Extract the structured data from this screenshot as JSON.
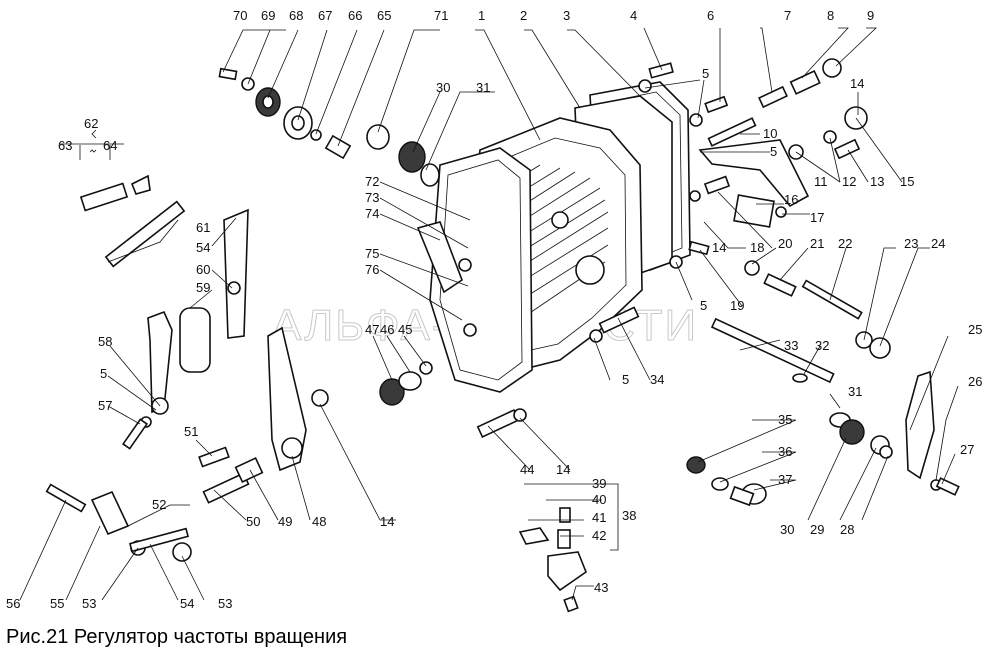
{
  "caption": "Рис.21 Регулятор частоты вращения",
  "watermark": "АЛЬФА-ЗАПЧАСТИ",
  "callouts": {
    "c70": "70",
    "c69": "69",
    "c68": "68",
    "c67": "67",
    "c66": "66",
    "c65": "65",
    "c71": "71",
    "c1": "1",
    "c2": "2",
    "c3": "3",
    "c4": "4",
    "c6": "6",
    "c7": "7",
    "c8": "8",
    "c9": "9",
    "c5a": "5",
    "c30a": "30",
    "c31a": "31",
    "c10": "10",
    "c14a": "14",
    "c5b": "5",
    "c62": "62",
    "c63": "63",
    "c64": "64",
    "c11": "11",
    "c12": "12",
    "c13": "13",
    "c15": "15",
    "c72": "72",
    "c73": "73",
    "c74": "74",
    "c16": "16",
    "c17": "17",
    "c61": "61",
    "c54a": "54",
    "c14b": "14",
    "c18": "18",
    "c20": "20",
    "c21": "21",
    "c22": "22",
    "c23": "23",
    "c24": "24",
    "c75": "75",
    "c76": "76",
    "c60": "60",
    "c59": "59",
    "c5c": "5",
    "c19": "19",
    "c47": "47",
    "c46": "46",
    "c45": "45",
    "c33": "33",
    "c32": "32",
    "c25": "25",
    "c58": "58",
    "c5d": "5",
    "c34": "34",
    "c5e": "5",
    "c31b": "31",
    "c26": "26",
    "c57": "57",
    "c35": "35",
    "c27": "27",
    "c51": "51",
    "c36": "36",
    "c44": "44",
    "c14c": "14",
    "c37": "37",
    "c39": "39",
    "c40": "40",
    "c38": "38",
    "c41": "41",
    "c42": "42",
    "c50": "50",
    "c49": "49",
    "c48": "48",
    "c14d": "14",
    "c30b": "30",
    "c29": "29",
    "c28": "28",
    "c52": "52",
    "c56": "56",
    "c55": "55",
    "c53a": "53",
    "c54b": "54",
    "c53b": "53",
    "c43": "43"
  }
}
